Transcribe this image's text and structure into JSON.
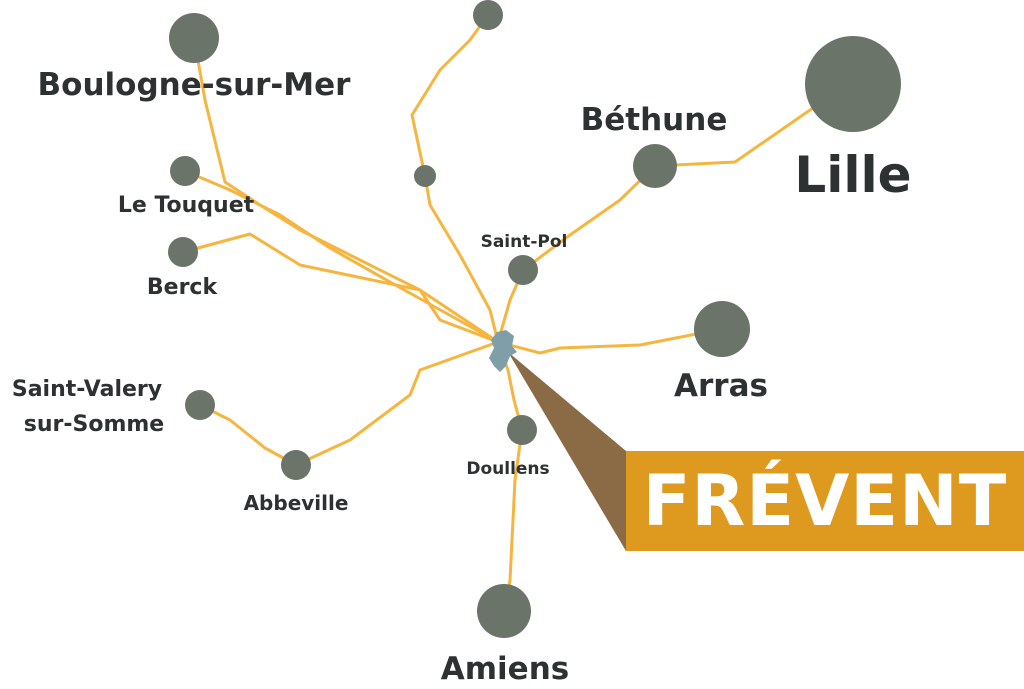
{
  "colors": {
    "road": "#f6b53f",
    "town": "#6b7469",
    "label": "#2e3131",
    "callout_fill": "#de9a1f",
    "pointer_fill": "#8a6b45",
    "frevent_shape": "#7f9ea8"
  },
  "towns": {
    "boulogne": "Boulogne-sur-Mer",
    "le_touquet": "Le Touquet",
    "berck": "Berck",
    "saint_valery_1": "Saint-Valery",
    "saint_valery_2": "sur-Somme",
    "abbeville": "Abbeville",
    "bethune": "Béthune",
    "lille": "Lille",
    "saint_pol": "Saint-Pol",
    "arras": "Arras",
    "doullens": "Doullens",
    "amiens": "Amiens"
  },
  "highlight": {
    "name": "FRÉVENT"
  }
}
